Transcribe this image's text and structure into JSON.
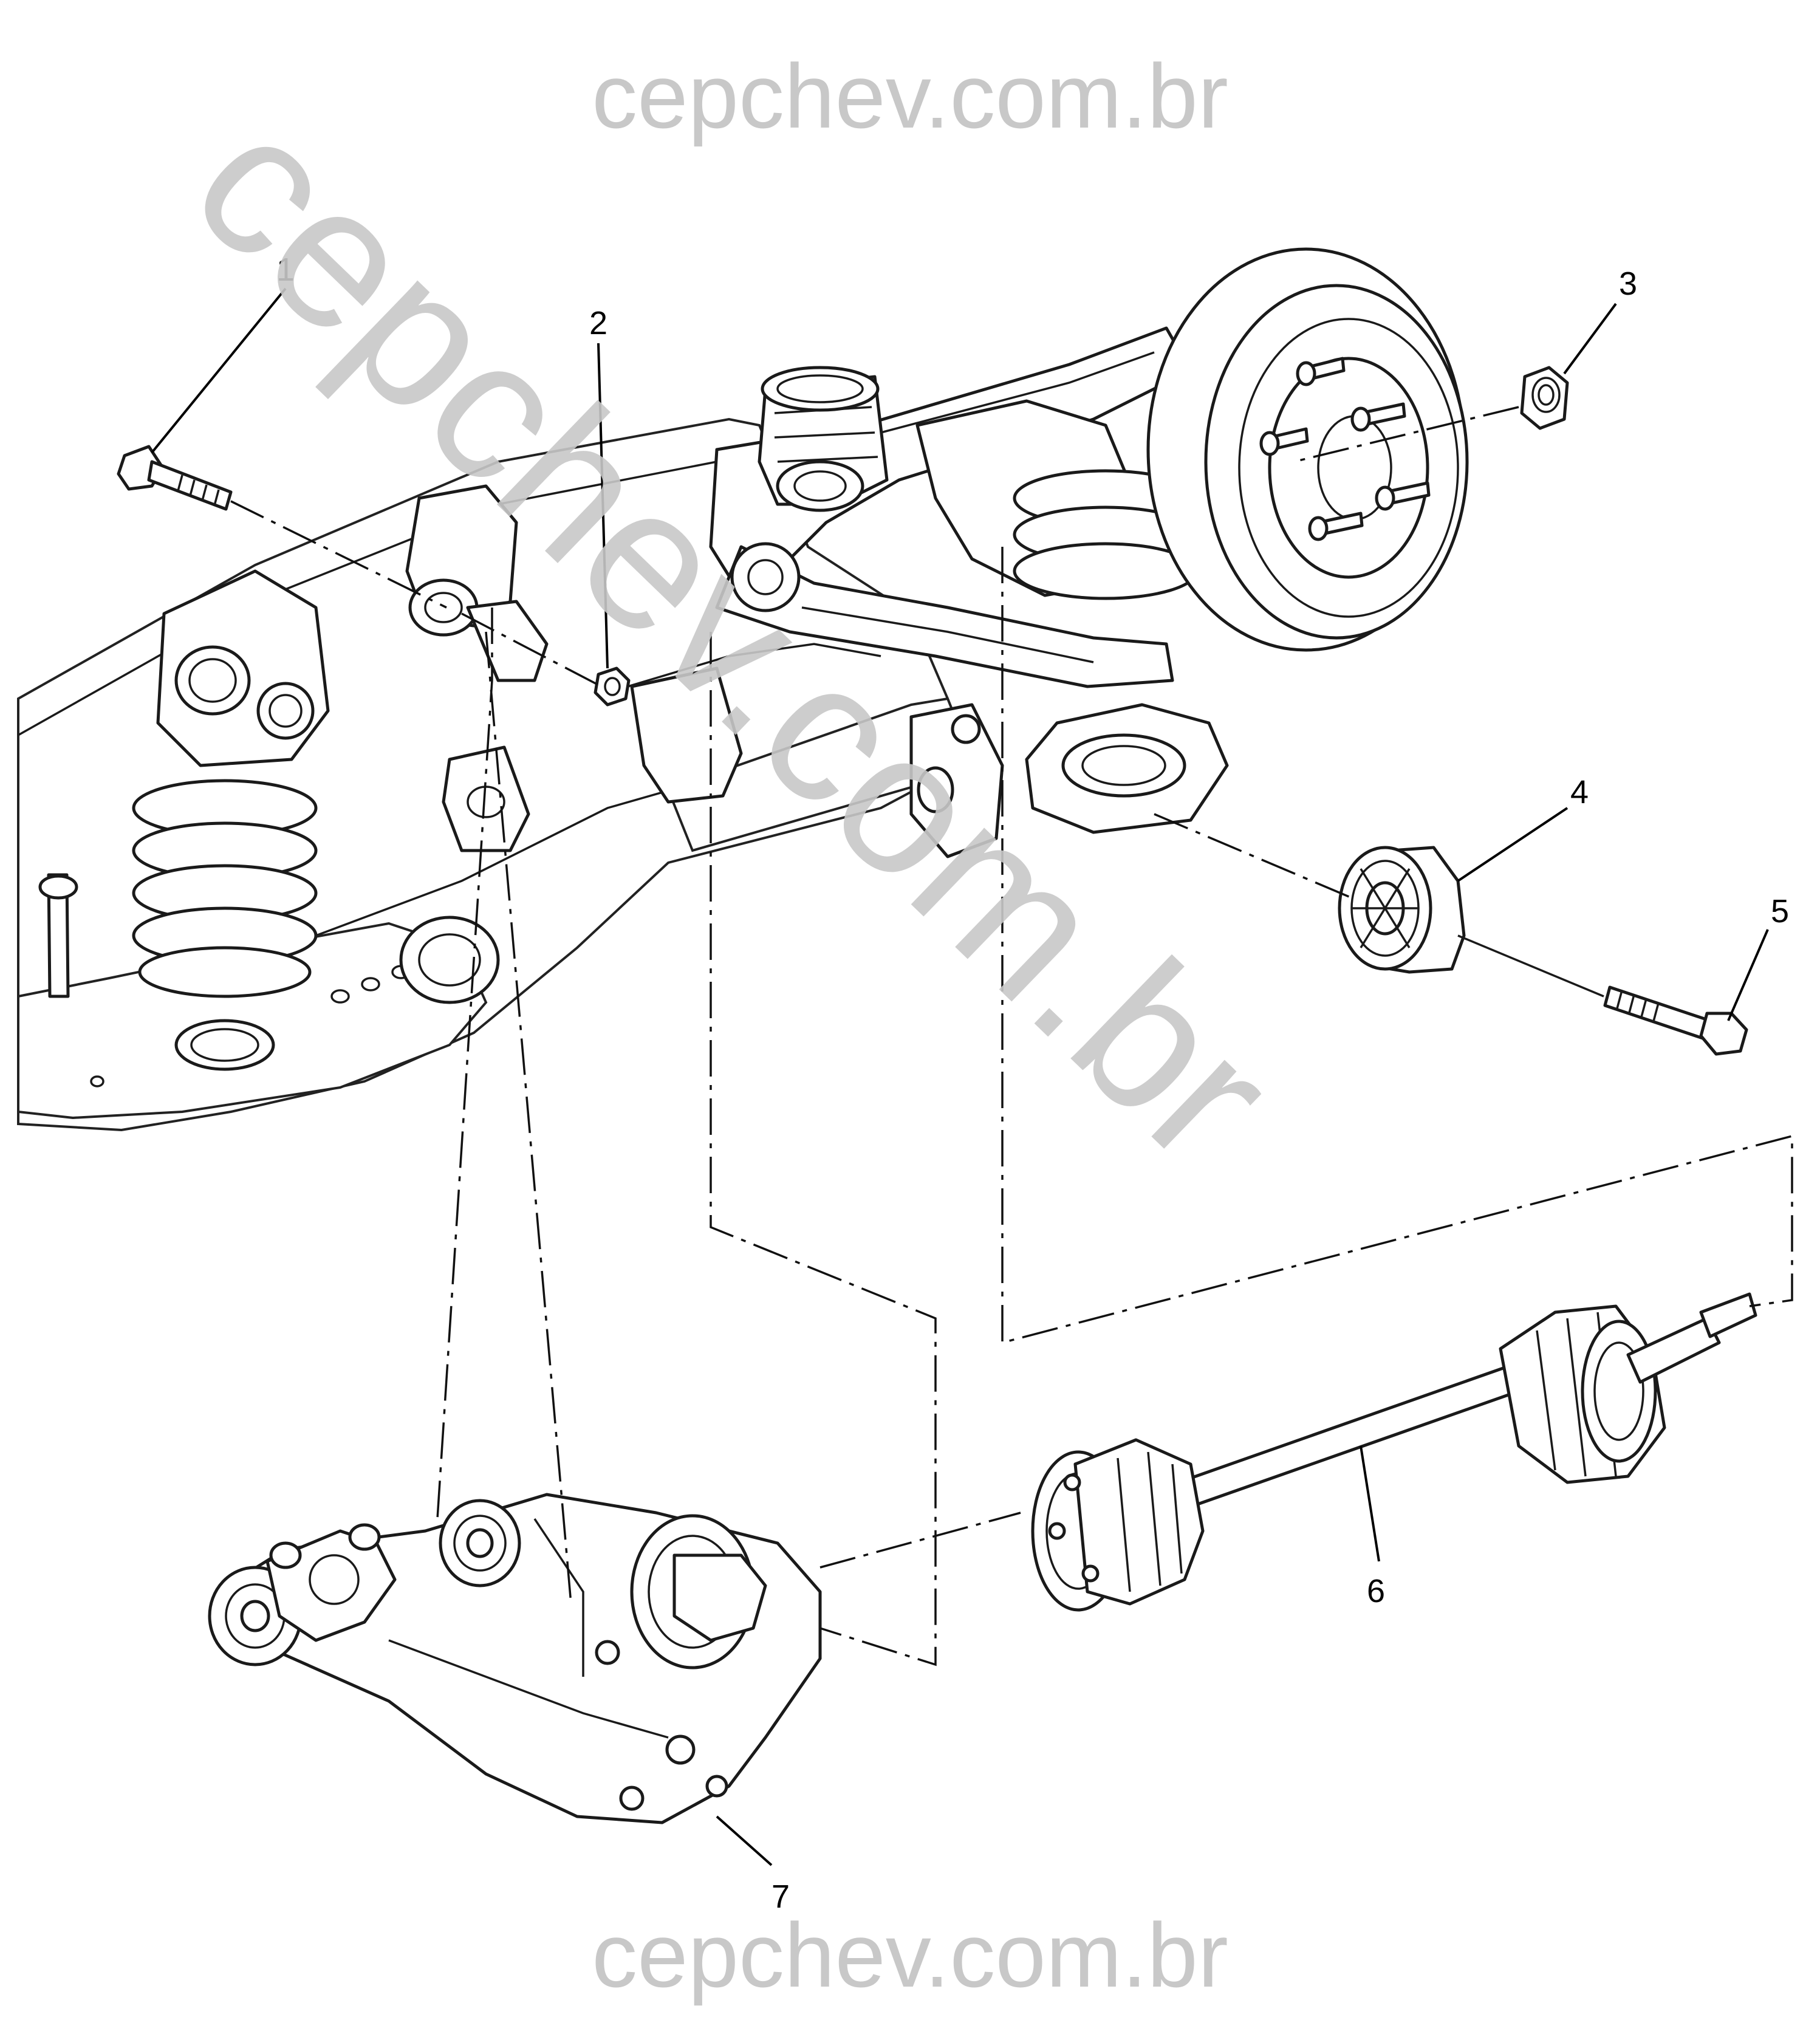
{
  "watermark": {
    "top": "cepchev.com.br",
    "bottom": "cepchev.com.br",
    "diagonal": "cepchev.com.br",
    "color": "#c8c8c8"
  },
  "callouts": [
    {
      "id": 1,
      "label": "1",
      "part": "bolt"
    },
    {
      "id": 2,
      "label": "2",
      "part": "nut"
    },
    {
      "id": 3,
      "label": "3",
      "part": "nut"
    },
    {
      "id": 4,
      "label": "4",
      "part": "bushing"
    },
    {
      "id": 5,
      "label": "5",
      "part": "bolt"
    },
    {
      "id": 6,
      "label": "6",
      "part": "drive-axle"
    },
    {
      "id": 7,
      "label": "7",
      "part": "differential"
    }
  ]
}
